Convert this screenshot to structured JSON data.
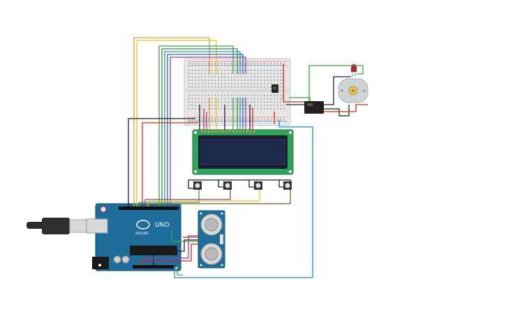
{
  "board": {
    "model_label": "UNO",
    "brand_label": "ARDUINO"
  },
  "colors": {
    "board": "#1e6e9c",
    "board_dark": "#124a6a",
    "breadboard": "#e6e6e6",
    "lcd_pcb": "#2fa35a",
    "lcd_screen": "#1d2a4a",
    "sensor_pcb": "#1e6e9c",
    "motor_body": "#cfd3d6",
    "wire_orange": "#e39a2d",
    "wire_yellow": "#e6c81c",
    "wire_green": "#3aa843",
    "wire_blue": "#2a8bd0",
    "wire_purple": "#8e3fa8",
    "wire_red": "#d7261e",
    "wire_black": "#222222",
    "wire_brown": "#7a5a2a"
  },
  "components": {
    "buttons": [
      "push-button-1",
      "push-button-2",
      "push-button-3",
      "push-button-4"
    ],
    "icons": [
      "usb-cable-icon",
      "lcd-display-icon",
      "ultrasonic-sensor-icon",
      "dc-motor-icon",
      "relay-module-icon",
      "led-icon",
      "transistor-icon",
      "breadboard-icon",
      "arduino-board-icon"
    ]
  }
}
